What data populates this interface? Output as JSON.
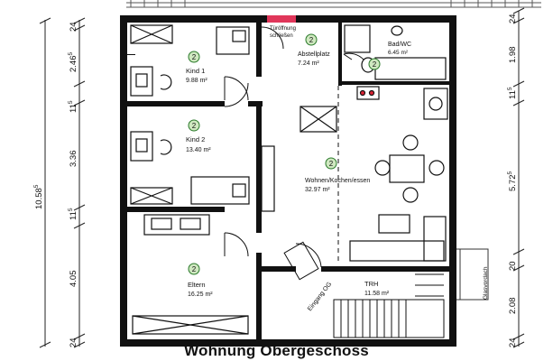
{
  "title": "Wohnung Obergeschoss",
  "rooms": {
    "kind1": {
      "name": "Kind 1",
      "area": "9.88 m²"
    },
    "kind2": {
      "name": "Kind 2",
      "area": "13.40 m²"
    },
    "eltern": {
      "name": "Eltern",
      "area": "16.25 m²"
    },
    "abstell": {
      "name": "Abstellplatz",
      "area": "7.24 m²"
    },
    "bad": {
      "name": "Bad/WC",
      "area": "6.45 m²"
    },
    "wohnen": {
      "name": "Wohnen/Kochen/essen",
      "area": "32.97 m²"
    },
    "trh": {
      "name": "TRH",
      "area": "11.58 m²"
    }
  },
  "door_note": {
    "line1": "Türöffnung",
    "line2": "schließen"
  },
  "entrance": "Eingang OG",
  "balcony_note": "Glasvordach",
  "marker": "2",
  "dims_left": {
    "total_int": "10.58",
    "total_exp": "5",
    "top": "24",
    "d1_int": "2.46",
    "d1_exp": "5",
    "d2_int": "11",
    "d2_exp": "5",
    "d3": "3.36",
    "d4_int": "11",
    "d4_exp": "5",
    "d5": "4.05",
    "bottom": "24"
  },
  "dims_right": {
    "top": "24",
    "r1": "1.98",
    "r2_int": "11",
    "r2_exp": "5",
    "r3_int": "5.72",
    "r3_exp": "5",
    "r4": "20",
    "r5": "2.08",
    "bottom": "24"
  }
}
